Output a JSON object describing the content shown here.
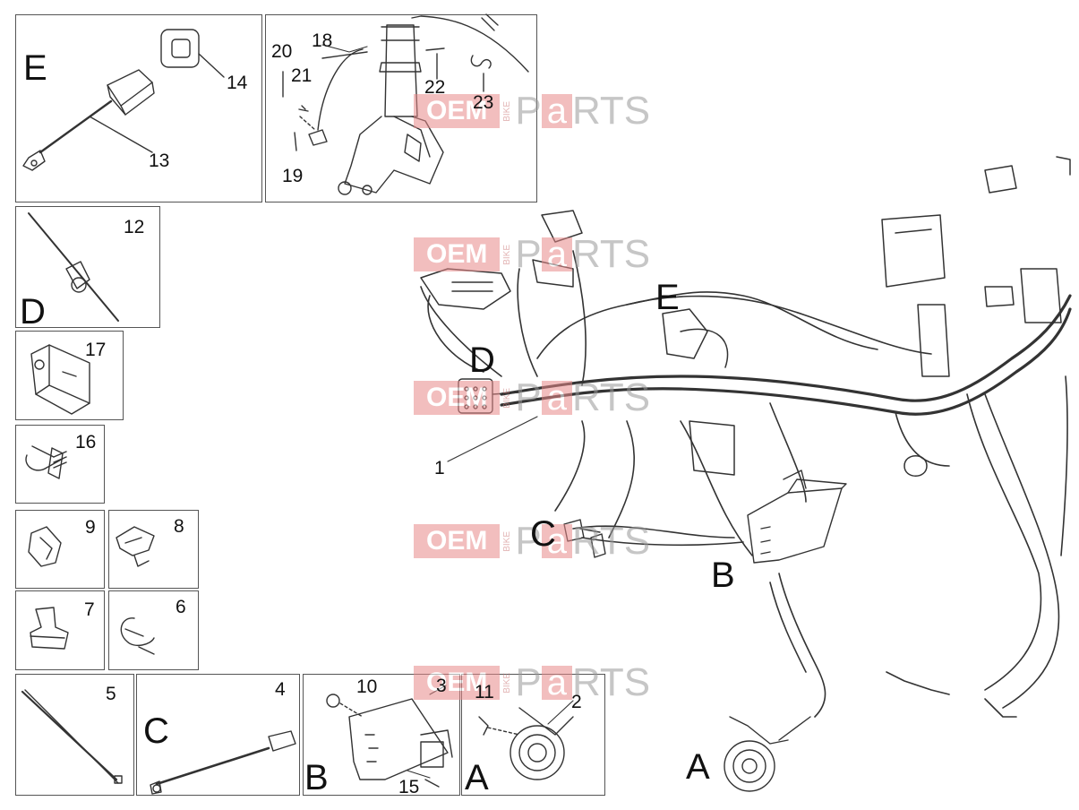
{
  "callouts": {
    "n1": "1",
    "n2": "2",
    "n3": "3",
    "n4": "4",
    "n5": "5",
    "n6": "6",
    "n7": "7",
    "n8": "8",
    "n9": "9",
    "n10": "10",
    "n11": "11",
    "n12": "12",
    "n13": "13",
    "n14": "14",
    "n15": "15",
    "n16": "16",
    "n17": "17",
    "n18": "18",
    "n19": "19",
    "n20": "20",
    "n21": "21",
    "n22": "22",
    "n23": "23"
  },
  "letters": {
    "box_e": "E",
    "box_d": "D",
    "box_c": "C",
    "box_b": "B",
    "box_a": "A",
    "main_e": "E",
    "main_d": "D",
    "main_c": "C",
    "main_b": "B",
    "main_a": "A"
  },
  "watermark": {
    "oem": "OEM",
    "bike": "BIKE",
    "p": "P",
    "a": "a",
    "rts": "RTS"
  },
  "colors": {
    "watermark_red": "#e88a8a",
    "line": "#333333",
    "box_border": "#555555"
  }
}
